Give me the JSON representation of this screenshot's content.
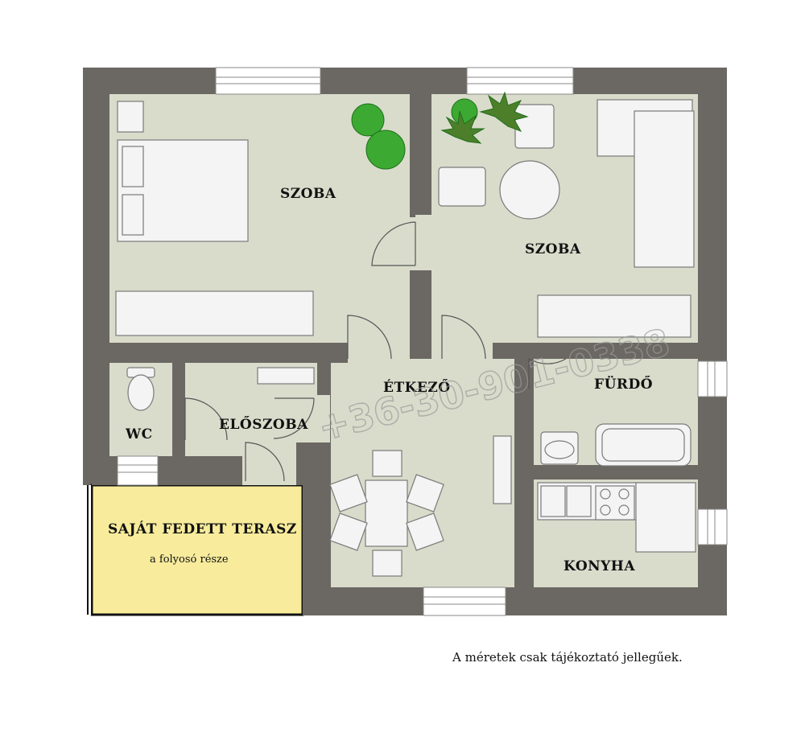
{
  "plan": {
    "rooms": {
      "room_1": "SZOBA",
      "room_2": "SZOBA",
      "dining": "ÉTKEZŐ",
      "bathroom": "FÜRDŐ",
      "wc": "WC",
      "hall": "ELŐSZOBA",
      "kitchen": "KONYHA",
      "terrace": "SAJÁT FEDETT TERASZ",
      "terrace_note": "a folyosó része"
    },
    "watermark": "+36-30-901-0338",
    "footnote": "A méretek csak tájékoztató jellegűek."
  },
  "colors": {
    "wall": "#6b6762",
    "floor": "#d9dccb",
    "terrace": "#f8ec9c",
    "furniture": "#f4f4f4",
    "plant": "#3caa32"
  }
}
